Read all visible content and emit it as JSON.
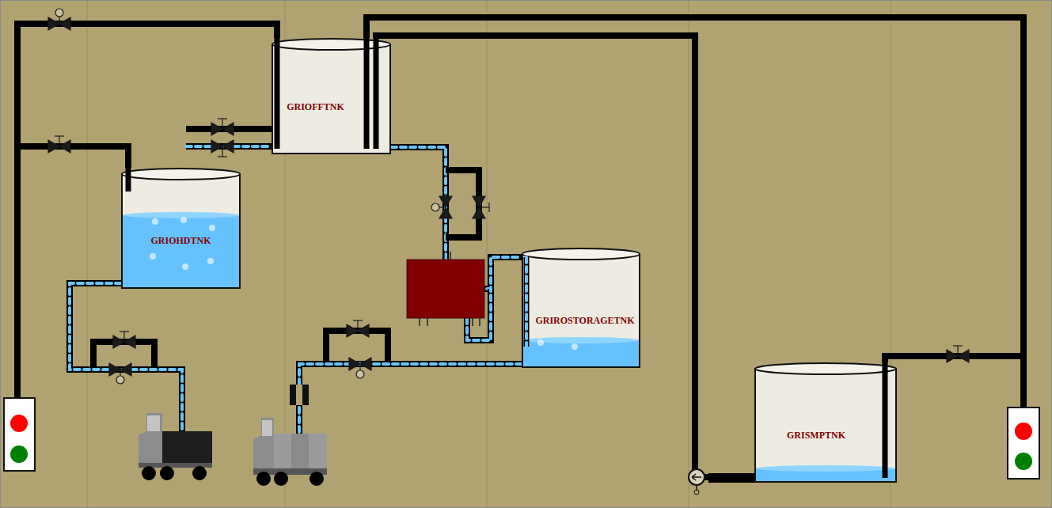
{
  "diagram": {
    "nodes": [
      {
        "text": [
          "GRIOFFTNK"
        ]
      },
      {
        "text": [
          "GRIOHDTNK"
        ]
      },
      {
        "text": [
          "GRIROSTORAGETNK"
        ]
      },
      {
        "text": [
          "GRISMPTNK"
        ]
      }
    ],
    "edges": [
      {
        "from": 0,
        "to": 1,
        "arrow": "none"
      },
      {
        "from": 0,
        "to": 2,
        "arrow": "none"
      },
      {
        "from": 3,
        "to": 0,
        "arrow": "none"
      },
      {
        "from": 3,
        "to": 0,
        "arrow": "none"
      }
    ]
  }
}
